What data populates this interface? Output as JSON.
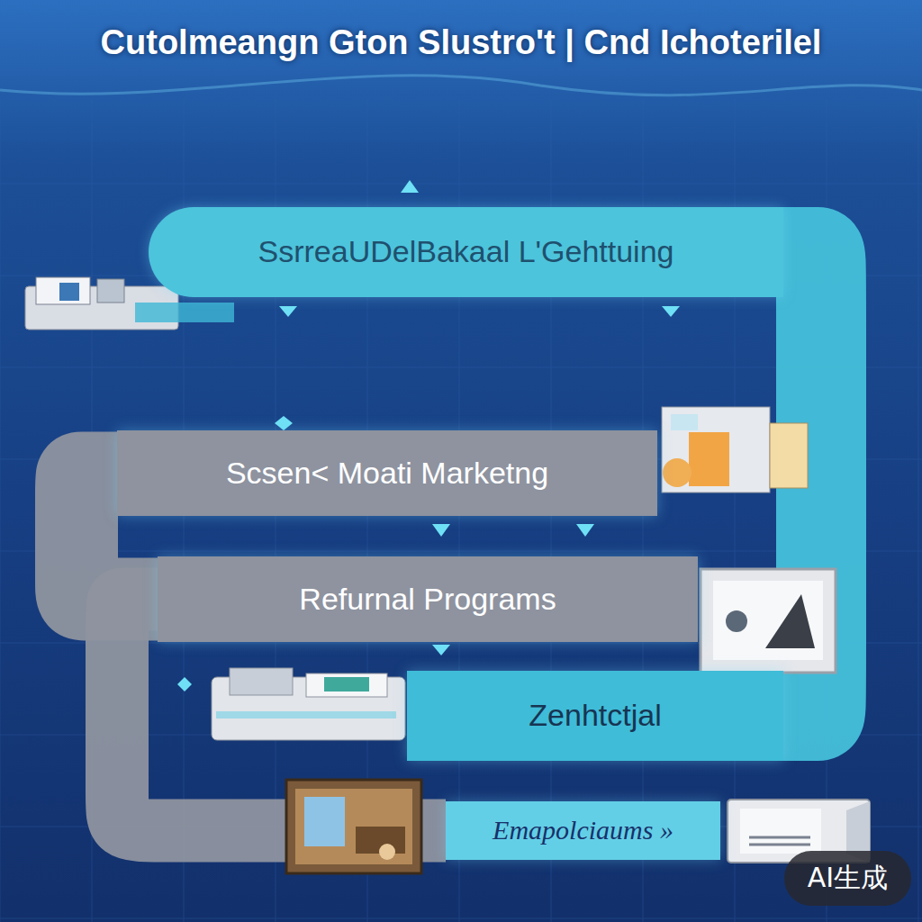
{
  "diagram": {
    "title": "Cutolmeangn Gton Slustro't | Cnd Ichoterilel",
    "nodes": [
      {
        "text": [
          "SsrreaUDelBakaal L'Gehttuing"
        ]
      },
      {
        "text": [
          "Scsen< Moati Marketng"
        ]
      },
      {
        "text": [
          "Refurnal Programs"
        ]
      },
      {
        "text": [
          "Zenhtctjal"
        ]
      },
      {
        "text": [
          "Emapolciaums »"
        ]
      }
    ],
    "edges": [
      {
        "from": 0,
        "to": 3,
        "arrow": "none"
      },
      {
        "from": 1,
        "to": 2,
        "arrow": "none"
      },
      {
        "from": 2,
        "to": 4,
        "arrow": "none"
      }
    ],
    "labels": [
      "AI生成"
    ]
  }
}
